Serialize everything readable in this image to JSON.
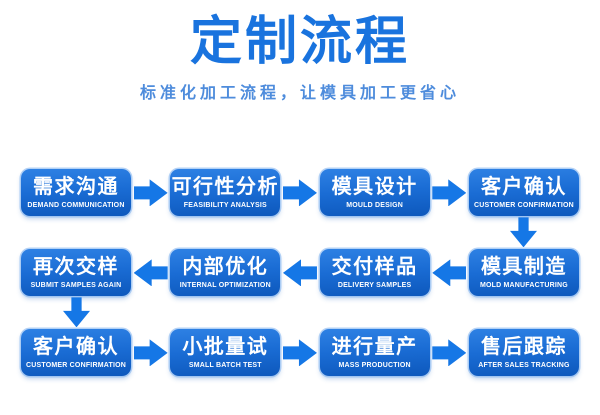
{
  "page": {
    "title": "定制流程",
    "subtitle": "标准化加工流程，让模具加工更省心"
  },
  "colors": {
    "title_blue": "#1973DE",
    "subtitle_blue": "#4E8CDC",
    "box_gradient_top": "#2E81E4",
    "box_gradient_bottom": "#0D58BC",
    "box_halo": "#8CBAF1",
    "arrow_blue": "#1577E6",
    "text_on_box": "#FFFFFF",
    "background": "#FFFFFF"
  },
  "flow": {
    "rows": [
      {
        "direction": "right",
        "steps": [
          {
            "zh": "需求沟通",
            "en": "DEMAND COMMUNICATION"
          },
          {
            "zh": "可行性分析",
            "en": "FEASIBILITY ANALYSIS"
          },
          {
            "zh": "模具设计",
            "en": "MOULD DESIGN"
          },
          {
            "zh": "客户确认",
            "en": "CUSTOMER CONFIRMATION"
          }
        ],
        "connector_after": {
          "type": "down-arrow",
          "position": "right"
        }
      },
      {
        "direction": "left",
        "steps": [
          {
            "zh": "再次交样",
            "en": "SUBMIT SAMPLES AGAIN"
          },
          {
            "zh": "内部优化",
            "en": "INTERNAL OPTIMIZATION"
          },
          {
            "zh": "交付样品",
            "en": "DELIVERY SAMPLES"
          },
          {
            "zh": "模具制造",
            "en": "MOLD MANUFACTURING"
          }
        ],
        "connector_after": {
          "type": "down-arrow",
          "position": "left"
        }
      },
      {
        "direction": "right",
        "steps": [
          {
            "zh": "客户确认",
            "en": "CUSTOMER CONFIRMATION"
          },
          {
            "zh": "小批量试",
            "en": "SMALL BATCH TEST"
          },
          {
            "zh": "进行量产",
            "en": "MASS PRODUCTION"
          },
          {
            "zh": "售后跟踪",
            "en": "AFTER SALES TRACKING"
          }
        ]
      }
    ]
  }
}
